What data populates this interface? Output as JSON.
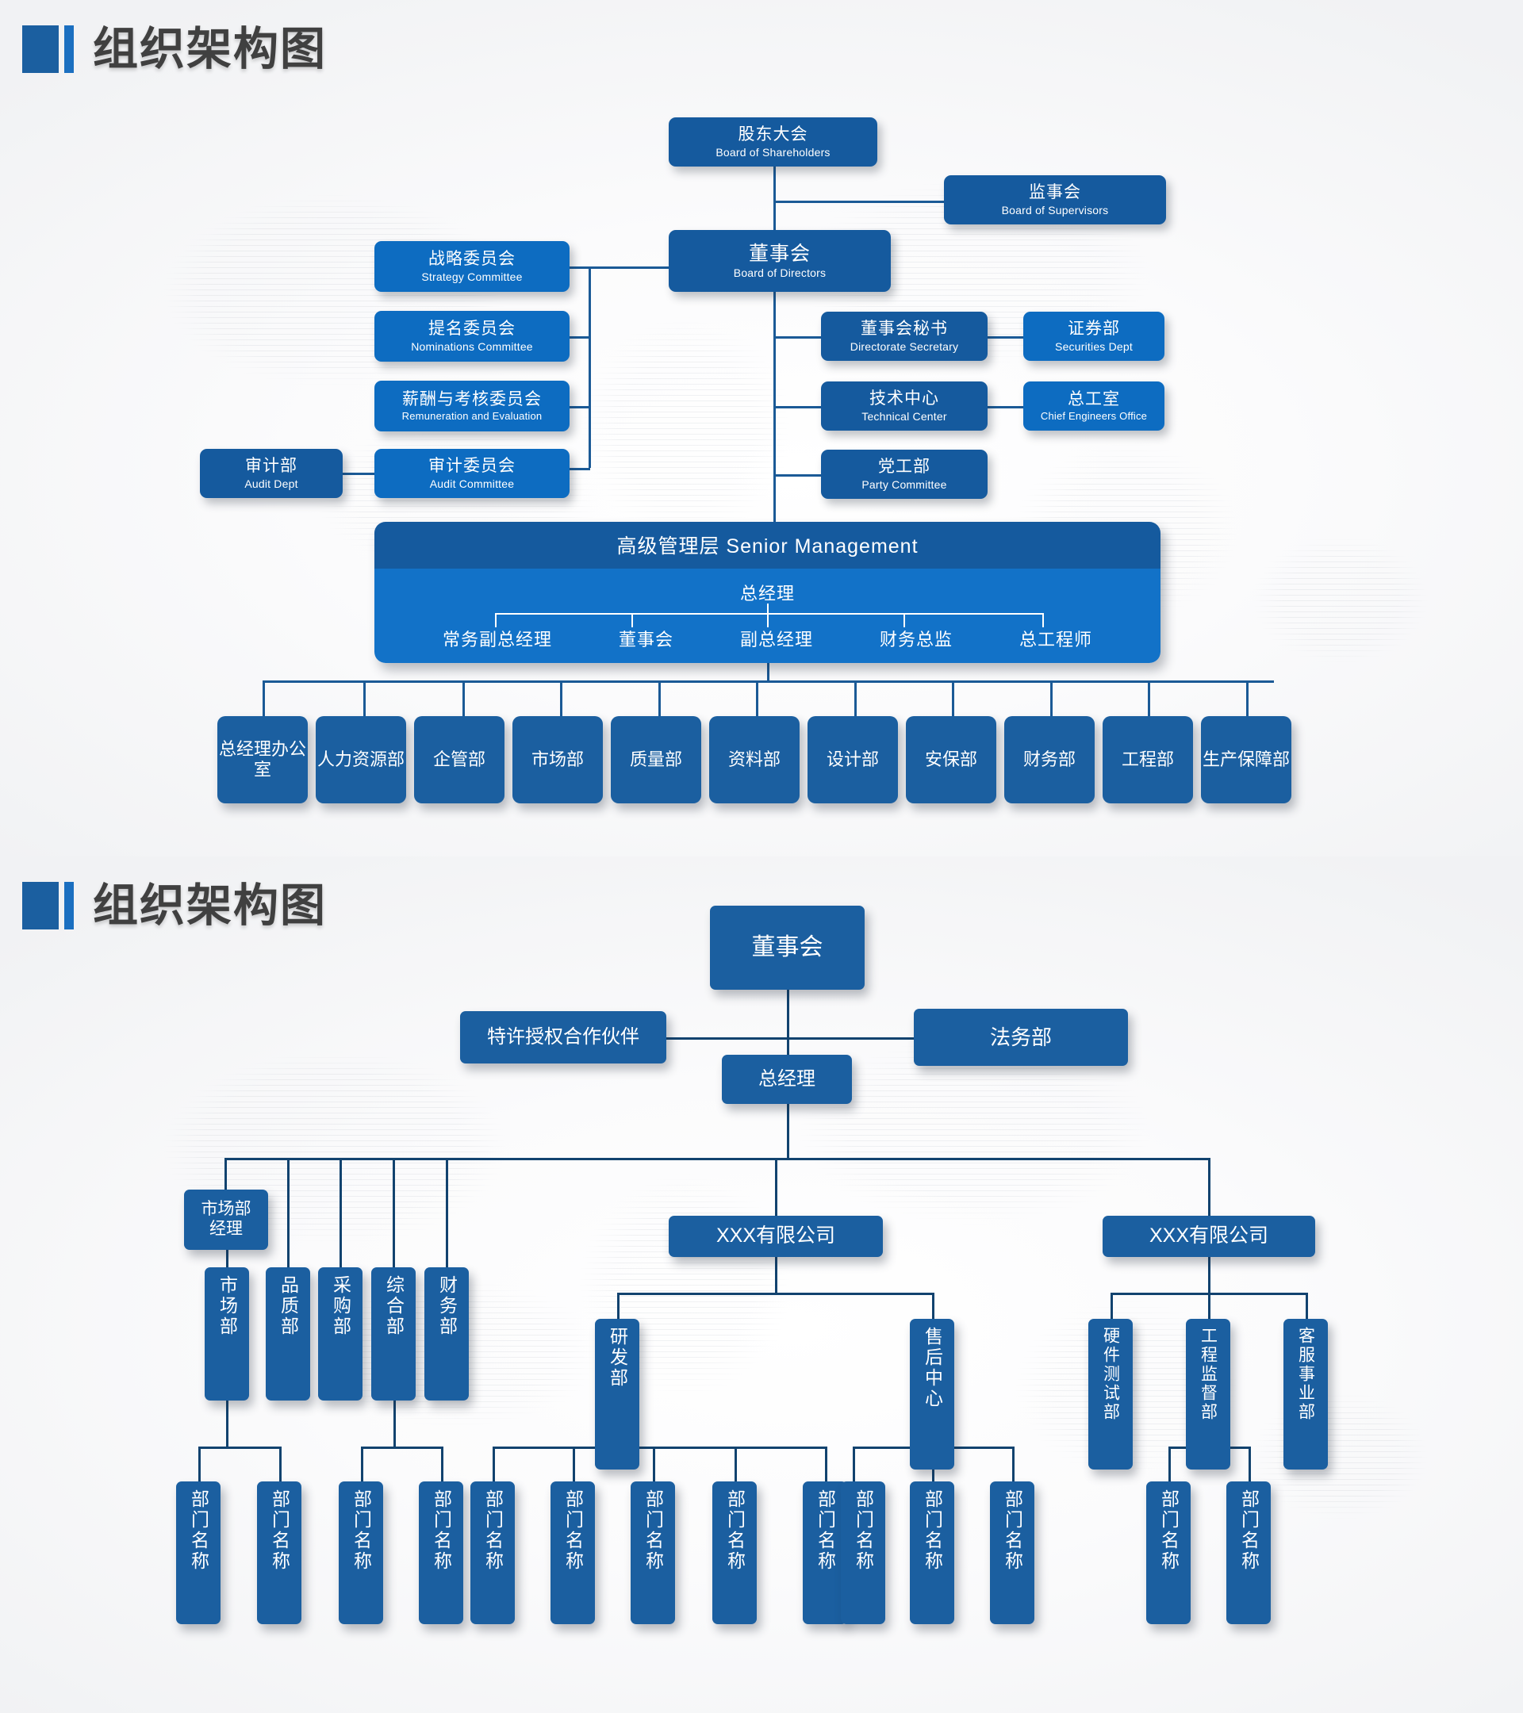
{
  "slide1": {
    "title": "组织架构图",
    "nodes": {
      "shareholders": {
        "cn": "股东大会",
        "en": "Board of Shareholders"
      },
      "supervisors": {
        "cn": "监事会",
        "en": "Board of Supervisors"
      },
      "directors": {
        "cn": "董事会",
        "en": "Board of Directors"
      },
      "strategy": {
        "cn": "战略委员会",
        "en": "Strategy Committee"
      },
      "nominations": {
        "cn": "提名委员会",
        "en": "Nominations Committee"
      },
      "remuneration": {
        "cn": "薪酬与考核委员会",
        "en": "Remuneration and Evaluation"
      },
      "audit_committee": {
        "cn": "审计委员会",
        "en": "Audit Committee"
      },
      "audit_dept": {
        "cn": "审计部",
        "en": "Audit Dept"
      },
      "secretary": {
        "cn": "董事会秘书",
        "en": "Directorate Secretary"
      },
      "securities": {
        "cn": "证券部",
        "en": "Securities Dept"
      },
      "technical": {
        "cn": "技术中心",
        "en": "Technical Center"
      },
      "chief_eng": {
        "cn": "总工室",
        "en": "Chief Engineers Office"
      },
      "party": {
        "cn": "党工部",
        "en": "Party Committee"
      }
    },
    "senior_management": {
      "header": "高级管理层 Senior Management",
      "gm": "总经理",
      "members": [
        "常务副总经理",
        "董事会",
        "副总经理",
        "财务总监",
        "总工程师"
      ]
    },
    "departments": [
      "总经理办公室",
      "人力资源部",
      "企管部",
      "市场部",
      "质量部",
      "资料部",
      "设计部",
      "安保部",
      "财务部",
      "工程部",
      "生产保障部"
    ]
  },
  "slide2": {
    "title": "组织架构图",
    "board": "董事会",
    "partner": "特许授权合作伙伴",
    "legal": "法务部",
    "gm": "总经理",
    "market_manager": "市场部\n经理",
    "market_manager_lines": [
      "市场部",
      "经理"
    ],
    "left_units": [
      "市场部",
      "品质部",
      "采购部",
      "综合部",
      "财务部"
    ],
    "company_mid": "XXX有限公司",
    "company_right": "XXX有限公司",
    "mid_units": [
      "研发部",
      "售后中心"
    ],
    "right_units": [
      "硬件测试部",
      "工程监督部",
      "客服事业部"
    ],
    "leaf_label": "部门名称",
    "leaf_groups": [
      {
        "name": "market-group",
        "count": 2
      },
      {
        "name": "procurement-group",
        "count": 2
      },
      {
        "name": "rnd-group",
        "count": 5
      },
      {
        "name": "aftersales-group",
        "count": 3
      },
      {
        "name": "engineering-group",
        "count": 2
      }
    ]
  },
  "colors": {
    "dark_blue": "#155a9e",
    "light_blue": "#0d6cc1",
    "chip_blue": "#1b5fa0",
    "panel_body": "#1272c8",
    "line": "#1b5a96",
    "line_dark": "#12436f",
    "title_text": "#404040"
  }
}
